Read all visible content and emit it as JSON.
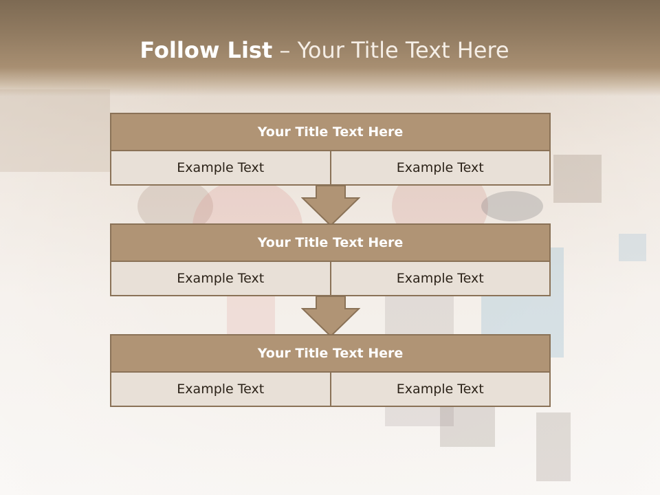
{
  "slide": {
    "title_bold": "Follow List",
    "title_rest": "– Your Title Text Here"
  },
  "blocks": [
    {
      "title": "Your Title Text Here",
      "left": "Example Text",
      "right": "Example Text"
    },
    {
      "title": "Your Title Text Here",
      "left": "Example Text",
      "right": "Example Text"
    },
    {
      "title": "Your Title Text Here",
      "left": "Example Text",
      "right": "Example Text"
    }
  ],
  "colors": {
    "header": "#8c765d",
    "block_title": "#b09475",
    "block_cell": "#e8e0d7",
    "border": "#8a7257",
    "arrow": "#b09475"
  }
}
